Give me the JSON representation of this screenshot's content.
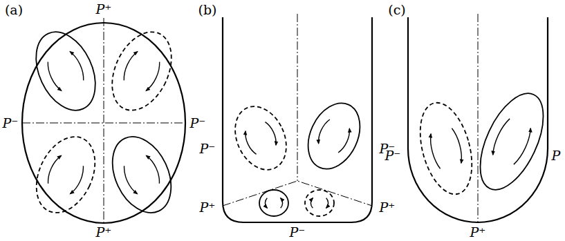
{
  "diagram": {
    "labels": [
      "(a)",
      "P⁺",
      "P⁻",
      "P⁻",
      "P⁺",
      "(b)",
      "P⁻",
      "P⁻",
      "P⁺",
      "P⁺",
      "P⁻",
      "(c)",
      "P⁻",
      "P",
      "P⁺"
    ]
  }
}
